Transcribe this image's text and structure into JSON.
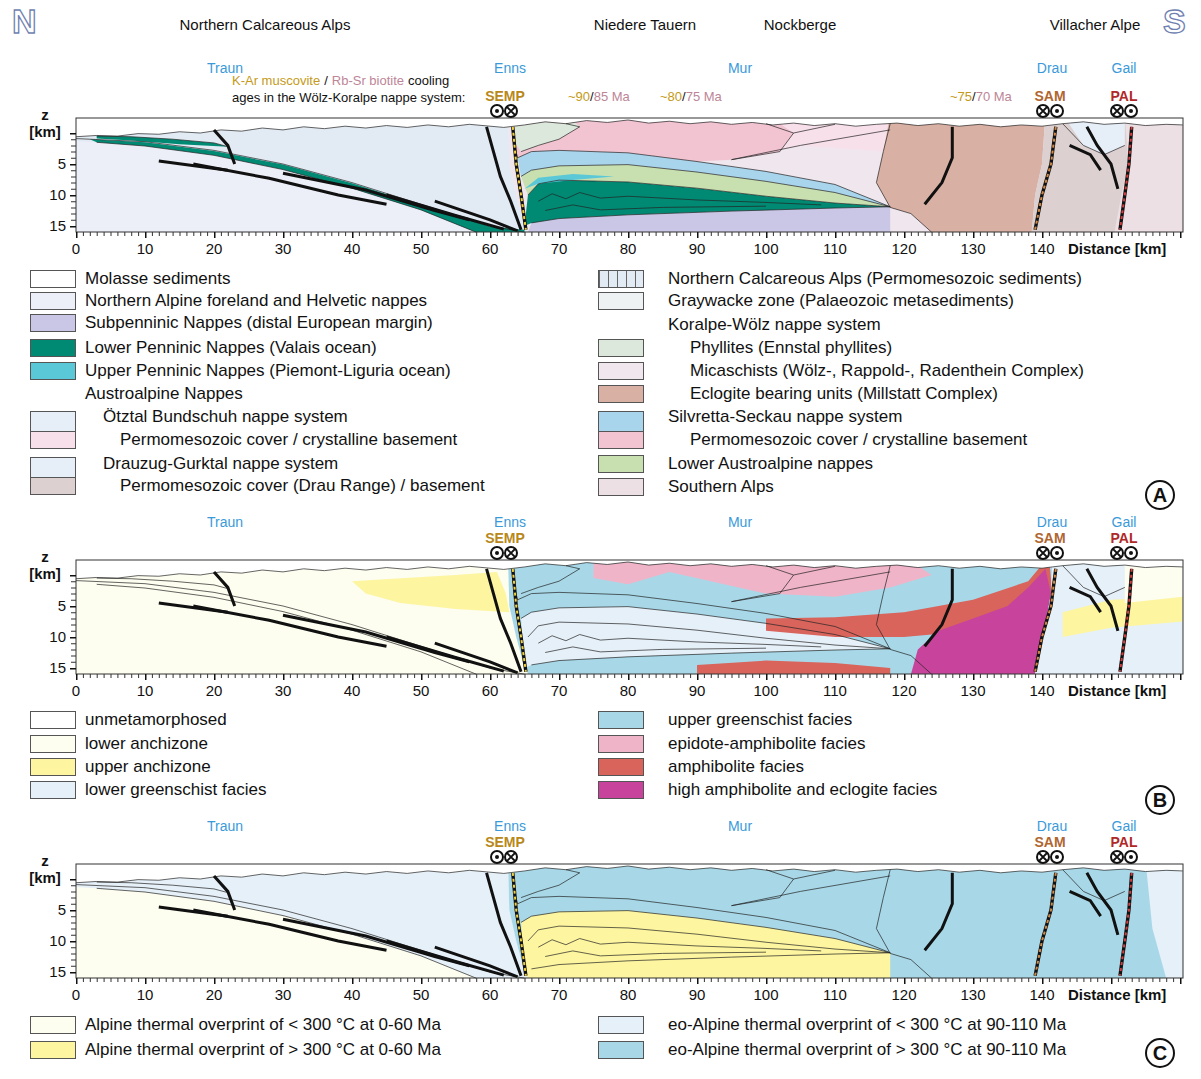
{
  "diagram": {
    "nodes": [
      {
        "text": [
          "A"
        ]
      },
      {
        "text": [
          "B"
        ]
      },
      {
        "text": [
          "C"
        ]
      }
    ],
    "labels": [
      "N",
      "S",
      "Northern Calcareous Alps",
      "Niedere Tauern",
      "Nockberge",
      "Villacher Alpe",
      "Traun",
      "Enns",
      "Mur",
      "Drau",
      "Gail",
      "K-Ar muscovite",
      "/",
      "Rb-Sr biotite",
      "cooling",
      "ages in the Wölz-Koralpe nappe system:",
      "SEMP",
      "~90",
      "/",
      "85 Ma",
      "~80",
      "/",
      "75 Ma",
      "~75",
      "/",
      "70 Ma",
      "SAM",
      "PAL",
      "z",
      "[km]",
      "5",
      "10",
      "15",
      "0",
      "10",
      "20",
      "30",
      "40",
      "50",
      "60",
      "70",
      "80",
      "90",
      "100",
      "110",
      "120",
      "130",
      "140",
      "Distance [km]",
      "Austroalpine Nappes",
      "Ötztal Bundschuh nappe system",
      "Drauzug-Gurktal nappe system",
      "Koralpe-Wölz nappe system",
      "Silvretta-Seckau nappe system",
      "Traun",
      "Enns",
      "SEMP",
      "Mur",
      "Drau",
      "SAM",
      "Gail",
      "PAL",
      "z",
      "[km]",
      "5",
      "10",
      "15",
      "0",
      "10",
      "20",
      "30",
      "40",
      "50",
      "60",
      "70",
      "80",
      "90",
      "100",
      "110",
      "120",
      "130",
      "140",
      "Distance [km]",
      "Traun",
      "Enns",
      "SEMP",
      "Mur",
      "Drau",
      "SAM",
      "Gail",
      "PAL",
      "z",
      "[km]",
      "5",
      "10",
      "15",
      "0",
      "10",
      "20",
      "30",
      "40",
      "50",
      "60",
      "70",
      "80",
      "90",
      "100",
      "110",
      "120",
      "130",
      "140",
      "Distance [km]"
    ],
    "legend": [
      {
        "text": "Molasse sediments",
        "color": "#ffffff"
      },
      {
        "text": "Northern Alpine foreland and Helvetic nappes",
        "color": "#eceef8"
      },
      {
        "text": "Subpenninic Nappes (distal European margin)",
        "color": "#c9c6e6"
      },
      {
        "text": "Lower Penninic Nappes (Valais ocean)",
        "color": "#008a74"
      },
      {
        "text": "Upper Penninic Nappes (Piemont-Liguria ocean)",
        "color": "#5bc8d8"
      },
      {
        "text": "Permomesozoic cover / crystalline basement",
        "color": "#f8e0ea"
      },
      {
        "text": "Permomesozoic cover (Drau Range) / basement",
        "color": "#ddd0d0"
      },
      {
        "text": "Northern Calcareous Alps (Permomesozoic sediments)",
        "color": "#e2eaf3"
      },
      {
        "text": "Graywacke zone (Palaeozoic metasediments)",
        "color": "#eef2f2"
      },
      {
        "text": "Phyllites (Ennstal phyllites)",
        "color": "#dde8dc"
      },
      {
        "text": "Micaschists (Wölz-, Rappold-, Radenthein Complex)",
        "color": "#f0e6ee"
      },
      {
        "text": "Eclogite bearing units (Millstatt Complex)",
        "color": "#d9b0a4"
      },
      {
        "text": "Permomesozoic cover / crystalline basement",
        "color": "#f2c4d2"
      },
      {
        "text": "Lower Austroalpine nappes",
        "color": "#c8e0b0"
      },
      {
        "text": "Southern Alps",
        "color": "#ece0e4"
      },
      {
        "text": "unmetamorphosed",
        "color": "#ffffff"
      },
      {
        "text": "lower anchizone",
        "color": "#fdfdf0"
      },
      {
        "text": "upper anchizone",
        "color": "#fdf5a0"
      },
      {
        "text": "lower greenschist facies",
        "color": "#e6f0f8"
      },
      {
        "text": "upper greenschist facies",
        "color": "#a8d8e8"
      },
      {
        "text": "epidote-amphibolite facies",
        "color": "#f0b4c8"
      },
      {
        "text": "amphibolite facies",
        "color": "#d8645c"
      },
      {
        "text": "high amphibolite and eclogite facies",
        "color": "#c8449c"
      },
      {
        "text": "Alpine thermal overprint of < 300 °C at 0-60 Ma",
        "color": "#fdfdf0"
      },
      {
        "text": "Alpine thermal overprint of > 300 °C at 0-60 Ma",
        "color": "#fdf5a0"
      },
      {
        "text": "eo-Alpine thermal overprint of < 300 °C at 90-110 Ma",
        "color": "#e6f0f8"
      },
      {
        "text": "eo-Alpine thermal overprint of > 300 °C at 90-110 Ma",
        "color": "#a8d8e8"
      }
    ]
  }
}
